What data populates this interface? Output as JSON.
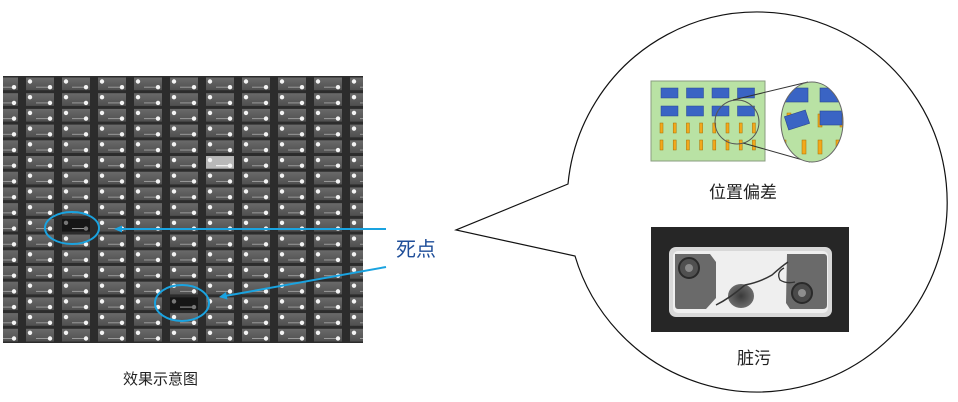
{
  "figure": {
    "left_panel": {
      "caption": "效果示意图",
      "grid": {
        "columns": 10,
        "rows": 17
      },
      "highlighted_tiles": [
        {
          "kind": "bright",
          "col": 5,
          "row": 5
        },
        {
          "kind": "dark",
          "col": 1,
          "row": 9
        },
        {
          "kind": "dark",
          "col": 4,
          "row": 14
        }
      ]
    },
    "annotation": {
      "label": "死点",
      "color": "#1aa3e0",
      "label_color": "#1f4e99"
    },
    "callout": {
      "items": [
        {
          "id": "position-offset",
          "caption": "位置偏差"
        },
        {
          "id": "dirt",
          "caption": "脏污"
        }
      ],
      "pcb": {
        "board_color": "#b9e2a4",
        "chip_color": "#3a64c4",
        "pin_color": "#f2a81c",
        "chip_rows": 2,
        "chips_per_row": 4,
        "pin_rows": 2,
        "pins_per_row": 8
      }
    }
  }
}
